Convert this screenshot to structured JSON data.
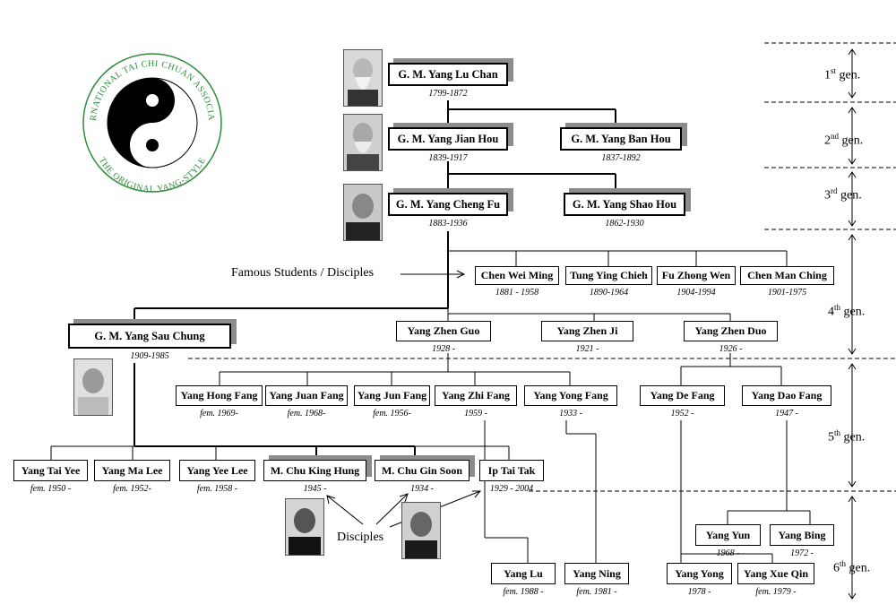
{
  "logo": {
    "top_text": "INTERNATIONAL TAI CHI CHUAN ASSOCIATION",
    "bottom_text": "THE ORIGINAL YANG-STYLE",
    "ring_color": "#2e8b3c"
  },
  "generations": [
    {
      "num": "1",
      "sup": "st",
      "word": "gen."
    },
    {
      "num": "2",
      "sup": "nd",
      "word": "gen."
    },
    {
      "num": "3",
      "sup": "rd",
      "word": "gen."
    },
    {
      "num": "4",
      "sup": "th",
      "word": "gen."
    },
    {
      "num": "5",
      "sup": "th",
      "word": "gen."
    },
    {
      "num": "6",
      "sup": "th",
      "word": "gen."
    }
  ],
  "labels": {
    "famous_students": "Famous Students / Disciples",
    "disciples": "Disciples"
  },
  "persons": {
    "yang_lu_chan": {
      "name": "G. M. Yang Lu Chan",
      "dates": "1799-1872"
    },
    "yang_jian_hou": {
      "name": "G. M. Yang Jian Hou",
      "dates": "1839-1917"
    },
    "yang_ban_hou": {
      "name": "G. M. Yang Ban Hou",
      "dates": "1837-1892"
    },
    "yang_cheng_fu": {
      "name": "G. M. Yang Cheng Fu",
      "dates": "1883-1936"
    },
    "yang_shao_hou": {
      "name": "G. M. Yang Shao Hou",
      "dates": "1862-1930"
    },
    "chen_wei_ming": {
      "name": "Chen Wei Ming",
      "dates": "1881 - 1958"
    },
    "tung_ying_chieh": {
      "name": "Tung Ying Chieh",
      "dates": "1890-1964"
    },
    "fu_zhong_wen": {
      "name": "Fu Zhong Wen",
      "dates": "1904-1994"
    },
    "chen_man_ching": {
      "name": "Chen Man Ching",
      "dates": "1901-1975"
    },
    "yang_sau_chung": {
      "name": "G. M. Yang Sau Chung",
      "dates": "1909-1985"
    },
    "yang_zhen_guo": {
      "name": "Yang Zhen Guo",
      "dates": "1928 -"
    },
    "yang_zhen_ji": {
      "name": "Yang Zhen Ji",
      "dates": "1921 -"
    },
    "yang_zhen_duo": {
      "name": "Yang Zhen Duo",
      "dates": "1926 -"
    },
    "yang_hong_fang": {
      "name": "Yang Hong Fang",
      "dates": "fem. 1969-"
    },
    "yang_juan_fang": {
      "name": "Yang Juan Fang",
      "dates": "fem. 1968-"
    },
    "yang_jun_fang": {
      "name": "Yang Jun Fang",
      "dates": "fem. 1956-"
    },
    "yang_zhi_fang": {
      "name": "Yang Zhi Fang",
      "dates": "1959 -"
    },
    "yang_yong_fang": {
      "name": "Yang Yong Fang",
      "dates": "1933 -"
    },
    "yang_de_fang": {
      "name": "Yang De Fang",
      "dates": "1952 -"
    },
    "yang_dao_fang": {
      "name": "Yang Dao Fang",
      "dates": "1947 -"
    },
    "yang_tai_yee": {
      "name": "Yang Tai Yee",
      "dates": "fem. 1950 -"
    },
    "yang_ma_lee": {
      "name": "Yang Ma Lee",
      "dates": "fem. 1952-"
    },
    "yang_yee_lee": {
      "name": "Yang Yee Lee",
      "dates": "fem.  1958 -"
    },
    "chu_king_hung": {
      "name": "M. Chu King Hung",
      "dates": "1945 -"
    },
    "chu_gin_soon": {
      "name": "M. Chu Gin Soon",
      "dates": "1934 -"
    },
    "ip_tai_tak": {
      "name": "Ip Tai Tak",
      "dates": "1929 - 2004"
    },
    "yang_yun": {
      "name": "Yang Yun",
      "dates": "1968 -"
    },
    "yang_bing": {
      "name": "Yang Bing",
      "dates": "1972 -"
    },
    "yang_lu": {
      "name": "Yang Lu",
      "dates": "fem. 1988 -"
    },
    "yang_ning": {
      "name": "Yang Ning",
      "dates": "fem. 1981 -"
    },
    "yang_yong": {
      "name": "Yang Yong",
      "dates": "1978 -"
    },
    "yang_xue_qin": {
      "name": "Yang Xue Qin",
      "dates": "fem. 1979 -"
    }
  }
}
